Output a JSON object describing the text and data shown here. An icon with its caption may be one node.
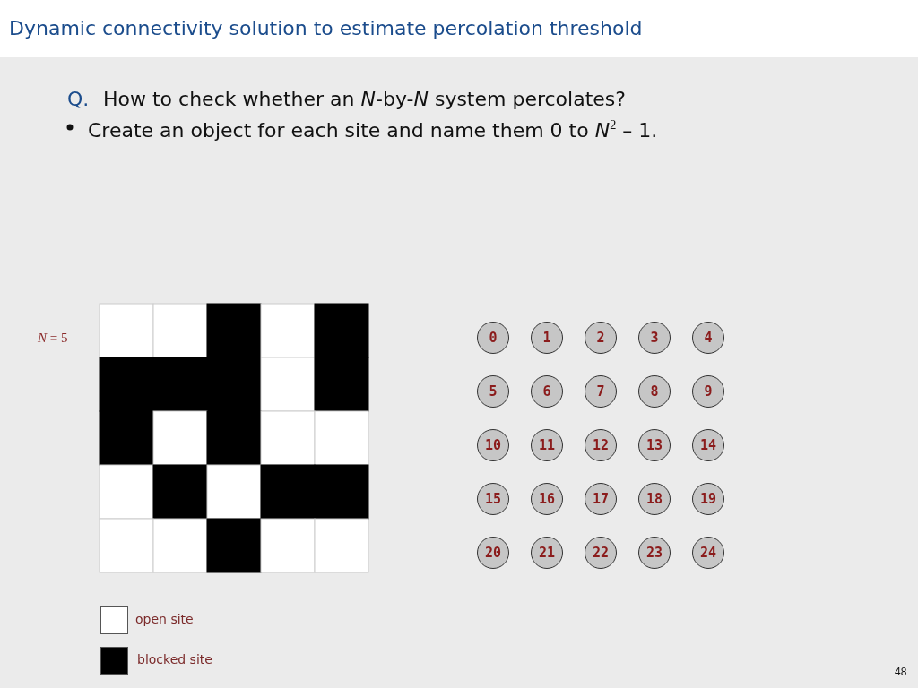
{
  "diagram": {
    "title": "Dynamic connectivity solution to estimate percolation threshold",
    "nodes": [
      {
        "text": [
          "0"
        ]
      },
      {
        "text": [
          "1"
        ]
      },
      {
        "text": [
          "2"
        ]
      },
      {
        "text": [
          "3"
        ]
      },
      {
        "text": [
          "4"
        ]
      },
      {
        "text": [
          "5"
        ]
      },
      {
        "text": [
          "6"
        ]
      },
      {
        "text": [
          "7"
        ]
      },
      {
        "text": [
          "8"
        ]
      },
      {
        "text": [
          "9"
        ]
      },
      {
        "text": [
          "10"
        ]
      },
      {
        "text": [
          "11"
        ]
      },
      {
        "text": [
          "12"
        ]
      },
      {
        "text": [
          "13"
        ]
      },
      {
        "text": [
          "14"
        ]
      },
      {
        "text": [
          "15"
        ]
      },
      {
        "text": [
          "16"
        ]
      },
      {
        "text": [
          "17"
        ]
      },
      {
        "text": [
          "18"
        ]
      },
      {
        "text": [
          "19"
        ]
      },
      {
        "text": [
          "20"
        ]
      },
      {
        "text": [
          "21"
        ]
      },
      {
        "text": [
          "22"
        ]
      },
      {
        "text": [
          "23"
        ]
      },
      {
        "text": [
          "24"
        ]
      }
    ],
    "labels": [
      "Q.",
      "How to check whether an *N*-by-*N* system percolates?",
      "Create an object for each site and name them 0 to *N*$^{2}$ – 1.",
      "*N* = 5",
      "48"
    ],
    "legend": [
      {
        "text": "open site",
        "color": "#ffffff"
      },
      {
        "text": "blocked site",
        "color": "#000000"
      }
    ]
  }
}
